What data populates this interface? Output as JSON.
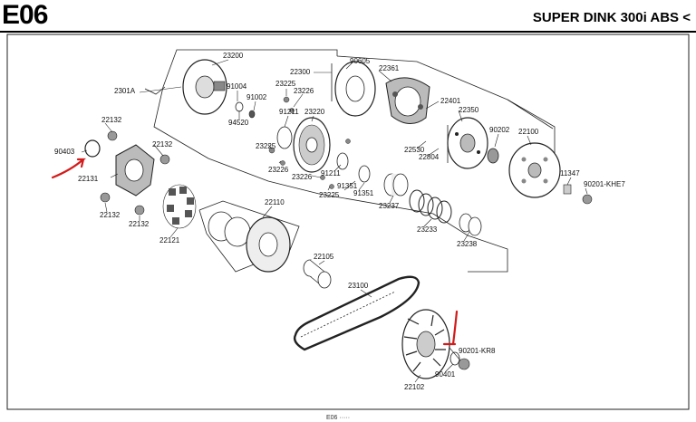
{
  "header": {
    "code": "E06",
    "model": "SUPER DINK 300i ABS <"
  },
  "parts": [
    "23200",
    "2301A",
    "91004",
    "91002",
    "94520",
    "22300",
    "90605",
    "22361",
    "23225",
    "23226",
    "91211",
    "23220",
    "22401",
    "22350",
    "90202",
    "22100",
    "22132",
    "22132",
    "90403",
    "22131",
    "22132",
    "22132",
    "23225",
    "23226",
    "23226",
    "23225",
    "91211",
    "91351",
    "91351",
    "22530",
    "22804",
    "11347",
    "90201-KHE7",
    "22121",
    "22110",
    "23237",
    "23233",
    "23238",
    "22105",
    "23100",
    "90201-KR8",
    "90401",
    "22102"
  ],
  "footer": {
    "caption": "E06 ·····"
  },
  "colors": {
    "annotation": "#d31b1b",
    "lines": "#222222"
  }
}
